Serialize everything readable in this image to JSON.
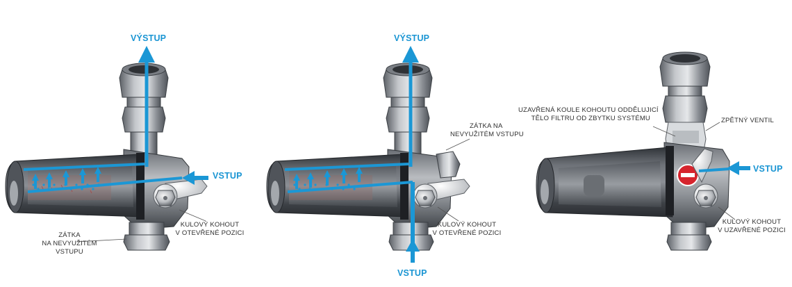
{
  "colors": {
    "flow_blue": "#1b97d5",
    "metal_dark": "#4a4e54",
    "metal_light": "#c9ccd0",
    "stop_red": "#d6242d"
  },
  "panels": [
    {
      "name": "filter-open-bottom-plugged",
      "outlet": "VÝSTUP",
      "inlet": "VSTUP",
      "plug_label": [
        "ZÁTKA",
        "NA NEVYUŽITÉM",
        "VSTUPU"
      ],
      "valve_label": [
        "KULOVÝ KOHOUT",
        "V OTEVŘENÉ POZICI"
      ]
    },
    {
      "name": "filter-open-side-plugged",
      "outlet": "VÝSTUP",
      "inlet": "VSTUP",
      "plug_label": [
        "ZÁTKA NA",
        "NEVYUŽITÉM VSTUPU"
      ],
      "valve_label": [
        "KULOVÝ KOHOUT",
        "V OTEVŘENÉ POZICI"
      ]
    },
    {
      "name": "filter-closed",
      "inlet": "VSTUP",
      "ball_label": [
        "UZAVŘENÁ KOULE KOHOUTU ODDĚLUJICÍ",
        "TĚLO FILTRU OD ZBYTKU SYSTÉMU"
      ],
      "check_valve_label": "ZPĚTNÝ VENTIL",
      "valve_label": [
        "KULOVÝ KOHOUT",
        "V UZAVŘENÉ POZICI"
      ]
    }
  ]
}
